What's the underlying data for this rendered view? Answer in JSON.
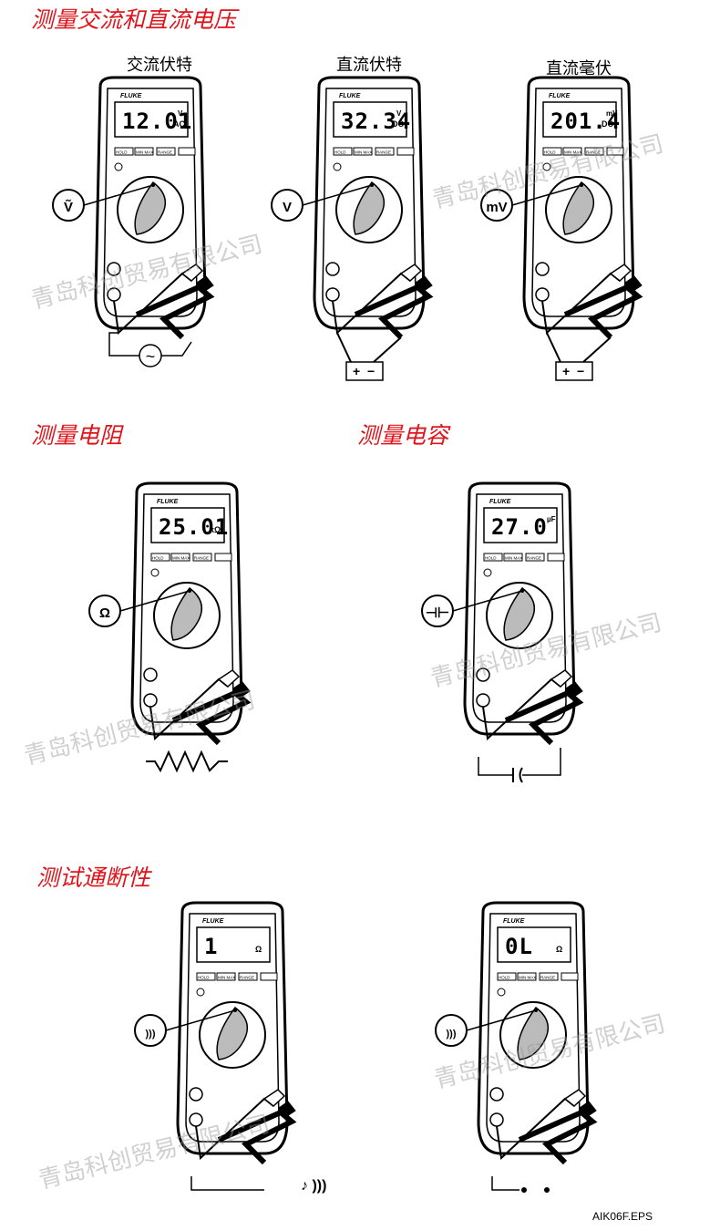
{
  "headings": {
    "voltage": "测量交流和直流电压",
    "resistance": "测量电阻",
    "capacitance": "测量电容",
    "continuity": "测试通断性"
  },
  "captions": {
    "ac_volts": "交流伏特",
    "dc_volts": "直流伏特",
    "dc_millivolts": "直流毫伏"
  },
  "brand": "FLUKE",
  "buttons": {
    "hold": "HOLD",
    "minmax": "MIN MAX",
    "range": "RANGE"
  },
  "meters": {
    "ac": {
      "reading": "12.01",
      "unit_top": "V",
      "unit_bottom": "AC",
      "dial_symbol": "Ṽ"
    },
    "dc": {
      "reading": "32.34",
      "unit_top": "V",
      "unit_bottom": "DC",
      "dial_symbol": "V"
    },
    "mv": {
      "reading": "201.4",
      "unit_top": "mV",
      "unit_bottom": "DC",
      "dial_symbol": "mV"
    },
    "ohm": {
      "reading": "25.01",
      "unit_top": "",
      "unit_bottom": "kΩ",
      "dial_symbol": "Ω"
    },
    "cap": {
      "reading": "27.0",
      "unit_top": "µF",
      "unit_bottom": "",
      "dial_symbol": "⊣⊢"
    },
    "cont1": {
      "reading": "1",
      "unit_top": "",
      "unit_bottom": "Ω",
      "dial_symbol": ")))"
    },
    "cont2": {
      "reading": "0L",
      "unit_top": "",
      "unit_bottom": "Ω",
      "dial_symbol": ")))"
    }
  },
  "source_symbol": "~",
  "battery_plus": "+",
  "battery_minus": "−",
  "figure_id": "AIK06F.EPS",
  "watermark": "青岛科创贸易有限公司"
}
